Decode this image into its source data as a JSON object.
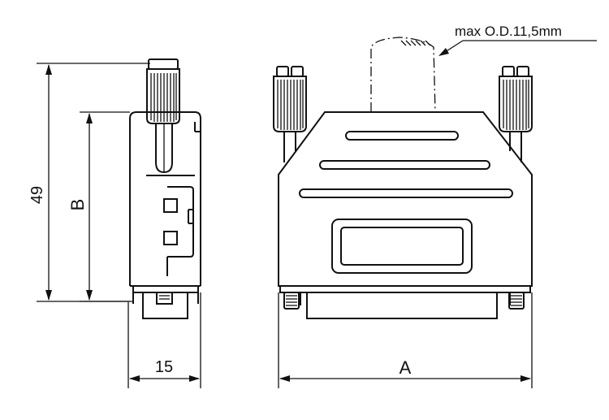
{
  "labels": {
    "cable_note": "max O.D.11,5mm",
    "dim_height": "49",
    "dim_b": "B",
    "dim_width": "15",
    "dim_a": "A"
  },
  "colors": {
    "line": "#111111",
    "background": "#ffffff"
  }
}
